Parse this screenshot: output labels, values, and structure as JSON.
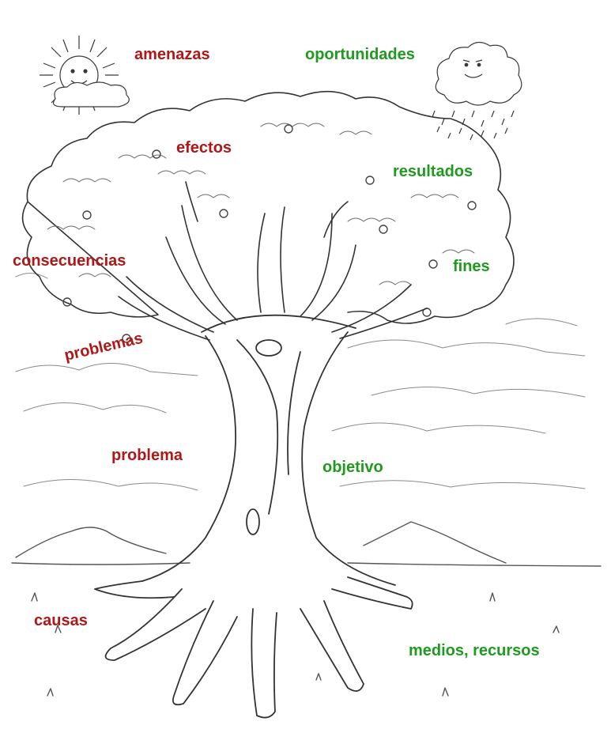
{
  "colors": {
    "negative": "#b01818",
    "positive": "#1f9a1f",
    "ink": "#3a3a3a"
  },
  "icons": [
    "sun-icon",
    "rain-cloud-icon"
  ],
  "labels": {
    "amenazas": "amenazas",
    "oportunidades": "oportunidades",
    "efectos": "efectos",
    "resultados": "resultados",
    "consecuencias": "consecuencias",
    "fines": "fines",
    "problemas": "problemas",
    "problema": "problema",
    "objetivo": "objetivo",
    "causas": "causas",
    "medios": "medios, recursos"
  }
}
